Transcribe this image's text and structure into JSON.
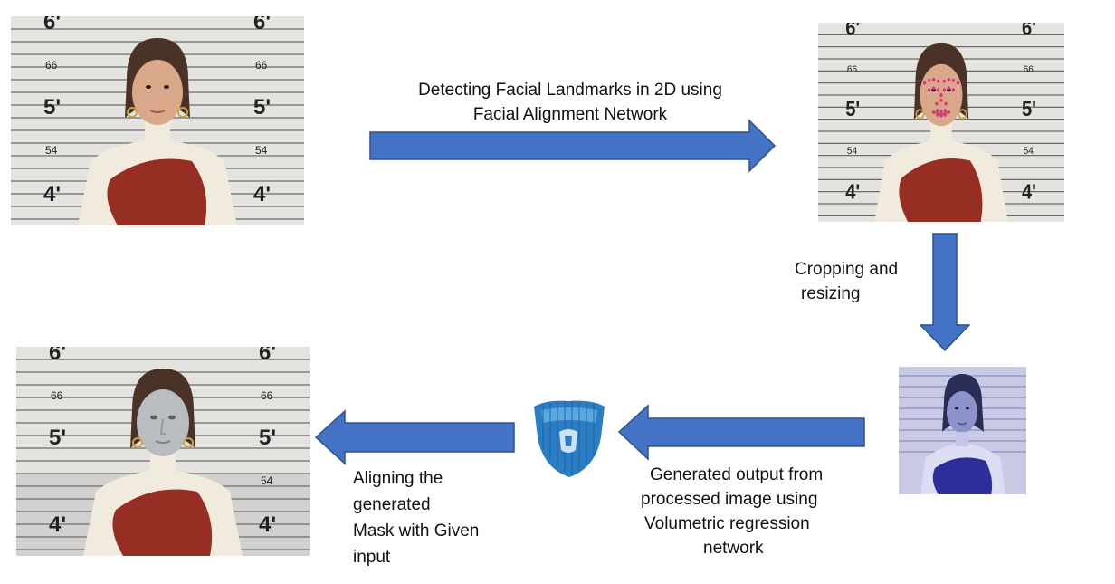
{
  "colors": {
    "arrow_fill": "#4472c4",
    "arrow_stroke": "#2f528f",
    "backdrop": "#e5e3e0",
    "stain": "#8e1d12",
    "landmark": "#e0307a",
    "mesh": "#2b7ec4"
  },
  "height_chart": {
    "six_ft": "6'",
    "sixty_six": "66",
    "five_ft": "5'",
    "fifty_four": "54",
    "four_ft": "4'"
  },
  "steps": {
    "detect": {
      "line1": "Detecting Facial Landmarks in 2D using",
      "line2": "Facial Alignment Network"
    },
    "crop": {
      "line1": "Cropping and",
      "line2": "resizing"
    },
    "generate": {
      "line1": "Generated output from",
      "line2": "processed image using",
      "line3": "Volumetric regression",
      "line4": "network"
    },
    "align": {
      "line1": "Aligning the",
      "line2": "generated",
      "line3": "Mask with Given",
      "line4": "input"
    }
  }
}
